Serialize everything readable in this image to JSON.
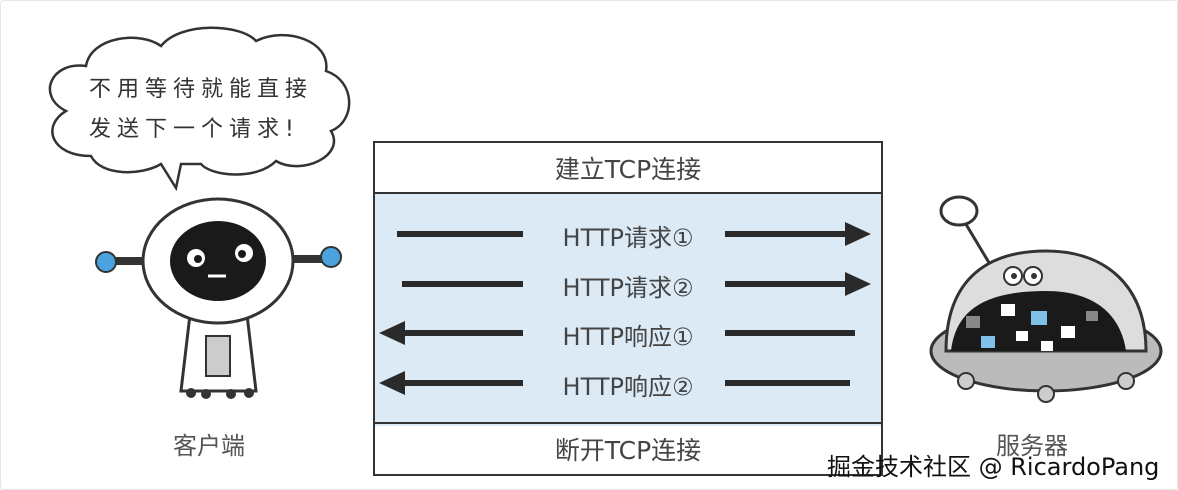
{
  "bubble": {
    "line1": "不用等待就能直接",
    "line2": "发送下一个请求!"
  },
  "client": {
    "label": "客户端"
  },
  "server": {
    "label": "服务器"
  },
  "connection": {
    "open": "建立TCP连接",
    "close": "断开TCP连接",
    "messages": [
      {
        "text": "HTTP请求①",
        "direction": "right"
      },
      {
        "text": "HTTP请求②",
        "direction": "right"
      },
      {
        "text": "HTTP响应①",
        "direction": "left"
      },
      {
        "text": "HTTP响应②",
        "direction": "left"
      }
    ]
  },
  "colors": {
    "band": "#dbeaf5",
    "accent": "#4aa3df"
  },
  "watermark": "掘金技术社区 @ RicardoPang"
}
